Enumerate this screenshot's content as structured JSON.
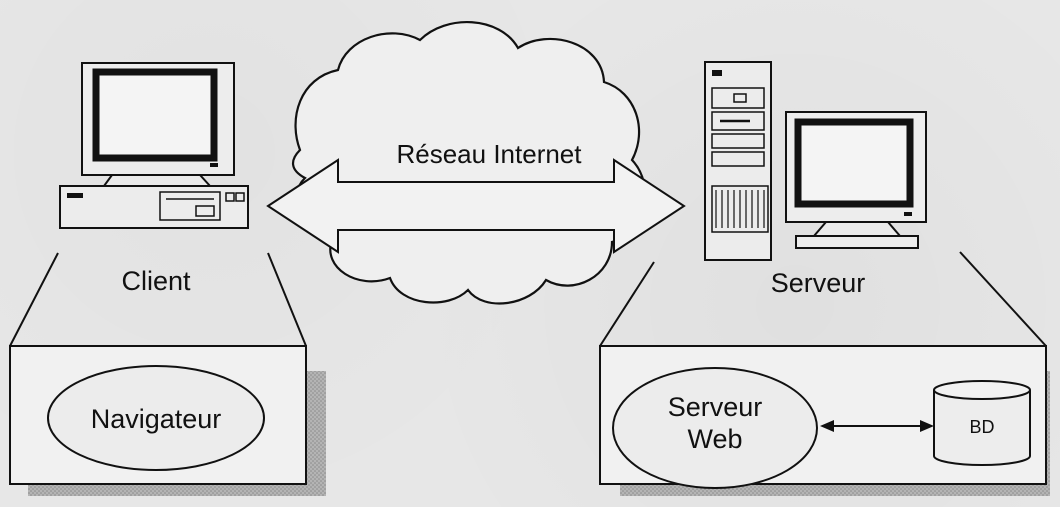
{
  "labels": {
    "network": "Réseau Internet",
    "client": "Client",
    "server": "Serveur",
    "browser": "Navigateur",
    "web_server_line1": "Serveur",
    "web_server_line2": "Web",
    "database": "BD"
  },
  "colors": {
    "background": "#e7e7e7",
    "box_fill": "#f1f1f1",
    "shadow": "#a9a9a9",
    "stroke": "#111111",
    "screen": "#f4f4f4"
  }
}
